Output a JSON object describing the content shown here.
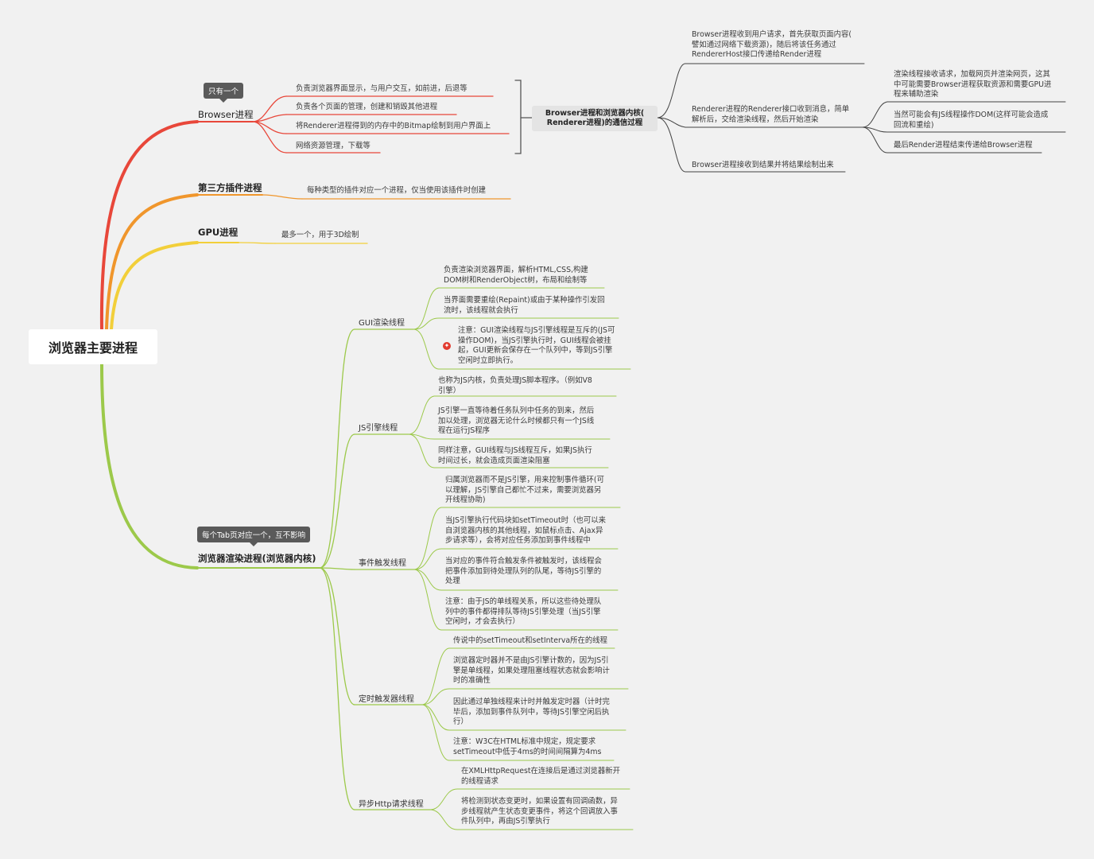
{
  "root": "浏览器主要进程",
  "browser": {
    "label": "Browser进程",
    "callout": "只有一个",
    "items": [
      "负责浏览器界面显示，与用户交互，如前进，后退等",
      "负责各个页面的管理，创建和销毁其他进程",
      "将Renderer进程得到的内存中的Bitmap绘制到用户界面上",
      "网络资源管理，下载等"
    ],
    "summary": "Browser进程和浏览器内核(\nRenderer进程)的通信过程",
    "comm": [
      "Browser进程收到用户请求，首先获取页面内容(\n譬如通过网络下载资源)，随后将该任务通过\nRendererHost接口传递给Render进程",
      "Renderer进程的Renderer接口收到消息，简单\n解析后，交给渲染线程，然后开始渲染",
      "Browser进程接收到结果并将结果绘制出来"
    ],
    "render_sub": [
      "渲染线程接收请求，加载网页并渲染网页，这其\n中可能需要Browser进程获取资源和需要GPU进\n程来辅助渲染",
      "当然可能会有JS线程操作DOM(这样可能会造成\n回流和重绘)",
      "最后Render进程结束传递给Browser进程"
    ]
  },
  "plugin": {
    "label": "第三方插件进程",
    "desc": "每种类型的插件对应一个进程，仅当使用该插件时创建"
  },
  "gpu": {
    "label": "GPU进程",
    "desc": "最多一个，用于3D绘制"
  },
  "renderer": {
    "label": "浏览器渲染进程(浏览器内核)",
    "callout": "每个Tab页对应一个，互不影响",
    "gui": {
      "label": "GUI渲染线程",
      "items": [
        "负责渲染浏览器界面，解析HTML,CSS,构建\nDOM树和RenderObject树，布局和绘制等",
        "当界面需要重绘(Repaint)或由于某种操作引发回\n流时，该线程就会执行",
        "注意：GUI渲染线程与JS引擎线程是互斥的(JS可\n操作DOM)，当JS引擎执行时，GUI线程会被挂\n起，GUI更新会保存在一个队列中，等到JS引擎\n空闲时立即执行。"
      ]
    },
    "js": {
      "label": "JS引擎线程",
      "items": [
        "也称为JS内核，负责处理JS脚本程序。（例如V8\n引擎）",
        "JS引擎一直等待着任务队列中任务的到来，然后\n加以处理，浏览器无论什么时候都只有一个JS线\n程在运行JS程序",
        "同样注意，GUI线程与JS线程互斥，如果JS执行\n时间过长，就会造成页面渲染阻塞"
      ]
    },
    "event": {
      "label": "事件触发线程",
      "items": [
        "归属浏览器而不是JS引擎，用来控制事件循环(可\n以理解，JS引擎自己都忙不过来，需要浏览器另\n开线程协助)",
        "当JS引擎执行代码块如setTimeout时（也可以来\n自浏览器内核的其他线程，如鼠标点击、Ajax异\n步请求等），会将对应任务添加到事件线程中",
        "当对应的事件符合触发条件被触发时，该线程会\n把事件添加到待处理队列的队尾，等待JS引擎的\n处理",
        "注意：由于JS的单线程关系，所以这些待处理队\n列中的事件都得排队等待JS引擎处理（当JS引擎\n空闲时，才会去执行）"
      ]
    },
    "timer": {
      "label": "定时触发器线程",
      "items": [
        "传说中的setTimeout和setInterva所在的线程",
        "浏览器定时器并不是由JS引擎计数的，因为JS引\n擎是单线程，如果处理阻塞线程状态就会影响计\n时的准确性",
        "因此通过单独线程来计时并触发定时器（计时完\n毕后，添加到事件队列中，等待JS引擎空闲后执\n行）",
        "注意：W3C在HTML标准中规定，规定要求\nsetTimeout中低于4ms的时间间隔算为4ms"
      ]
    },
    "http": {
      "label": "异步Http请求线程",
      "items": [
        "在XMLHttpRequest在连接后是通过浏览器新开\n的线程请求",
        "将检测到状态变更时，如果设置有回调函数，异\n步线程就产生状态变更事件，将这个回调放入事\n件队列中，再由JS引擎执行"
      ]
    }
  },
  "colors": {
    "browser": "#e8473a",
    "plugin": "#f0962c",
    "gpu": "#f2cf3a",
    "renderer": "#9cc94a",
    "dark": "#444444"
  }
}
